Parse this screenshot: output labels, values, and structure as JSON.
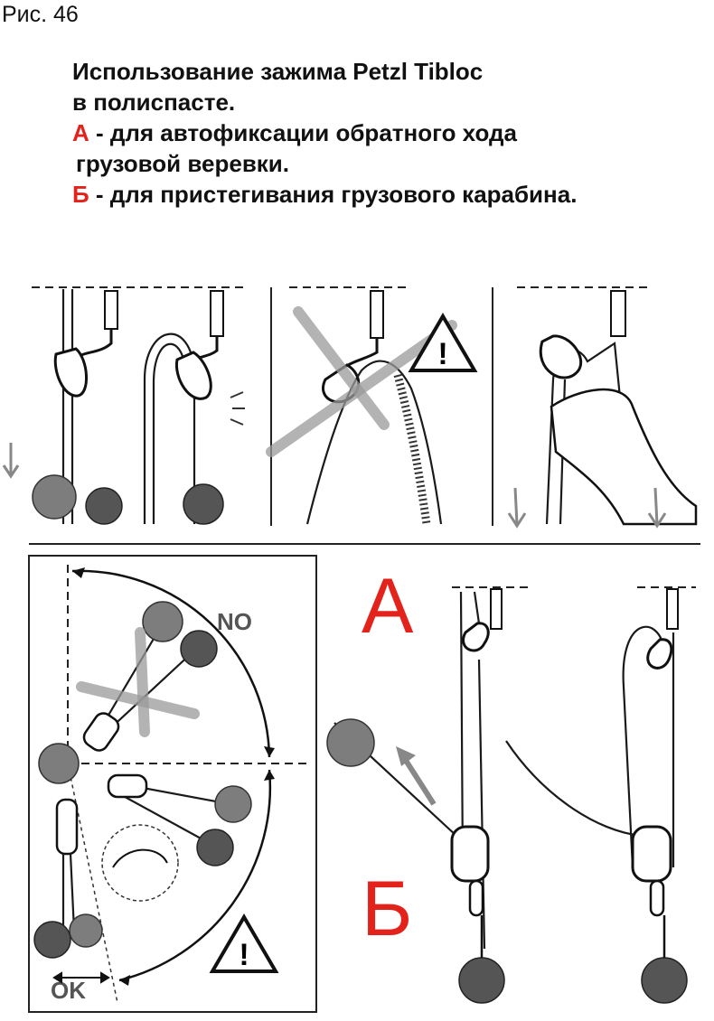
{
  "figure_number": "Рис. 46",
  "caption": {
    "line1": "Использование зажима Petzl Tibloc",
    "line2": "в полиспасте.",
    "a_letter": "А",
    "a_text": " - для автофиксации обратного хода",
    "a_text_cont": "грузовой веревки.",
    "b_letter": "Б",
    "b_text": " - для пристегивания грузового карабина."
  },
  "diagram": {
    "label_a": "А",
    "label_b": "Б",
    "label_no": "NO",
    "label_ok": "OK",
    "warning_glyph": "!"
  },
  "colors": {
    "accent_red": "#e3231b",
    "line": "#1a1a1a",
    "gray": "#7d7d7d"
  },
  "icons": [
    "rope-clamp-icon",
    "carabiner-icon",
    "load-ball-icon",
    "warning-triangle-icon",
    "down-arrow-icon",
    "hand-icon"
  ]
}
